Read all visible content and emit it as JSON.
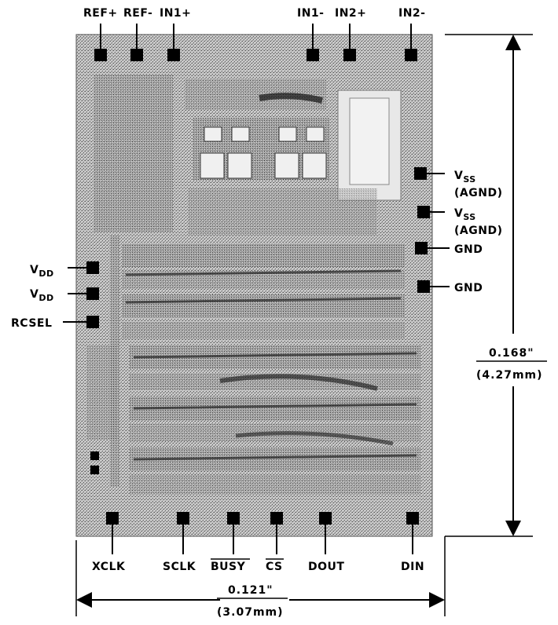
{
  "diagram": {
    "colors": {
      "die": "#b9b9b9",
      "die_dark": "#3a3a3a",
      "pad": "#000000",
      "background": "#ffffff"
    },
    "top_pins": [
      "REF+",
      "REF-",
      "IN1+",
      "IN1-",
      "IN2+",
      "IN2-"
    ],
    "right_pins": {
      "vss1": {
        "main": "V",
        "sub": "SS",
        "note": "(AGND)"
      },
      "vss2": {
        "main": "V",
        "sub": "SS",
        "note": "(AGND)"
      },
      "gnd1": "GND",
      "gnd2": "GND"
    },
    "left_pins": {
      "vdd1": {
        "main": "V",
        "sub": "DD"
      },
      "vdd2": {
        "main": "V",
        "sub": "DD"
      },
      "rcsel": "RCSEL"
    },
    "bottom_pins": [
      "XCLK",
      "SCLK",
      "BUSY",
      "CS",
      "DOUT",
      "DIN"
    ],
    "dimensions": {
      "height_in": "0.168\"",
      "height_mm": "(4.27mm)",
      "width_in": "0.121\"",
      "width_mm": "(3.07mm)"
    }
  }
}
